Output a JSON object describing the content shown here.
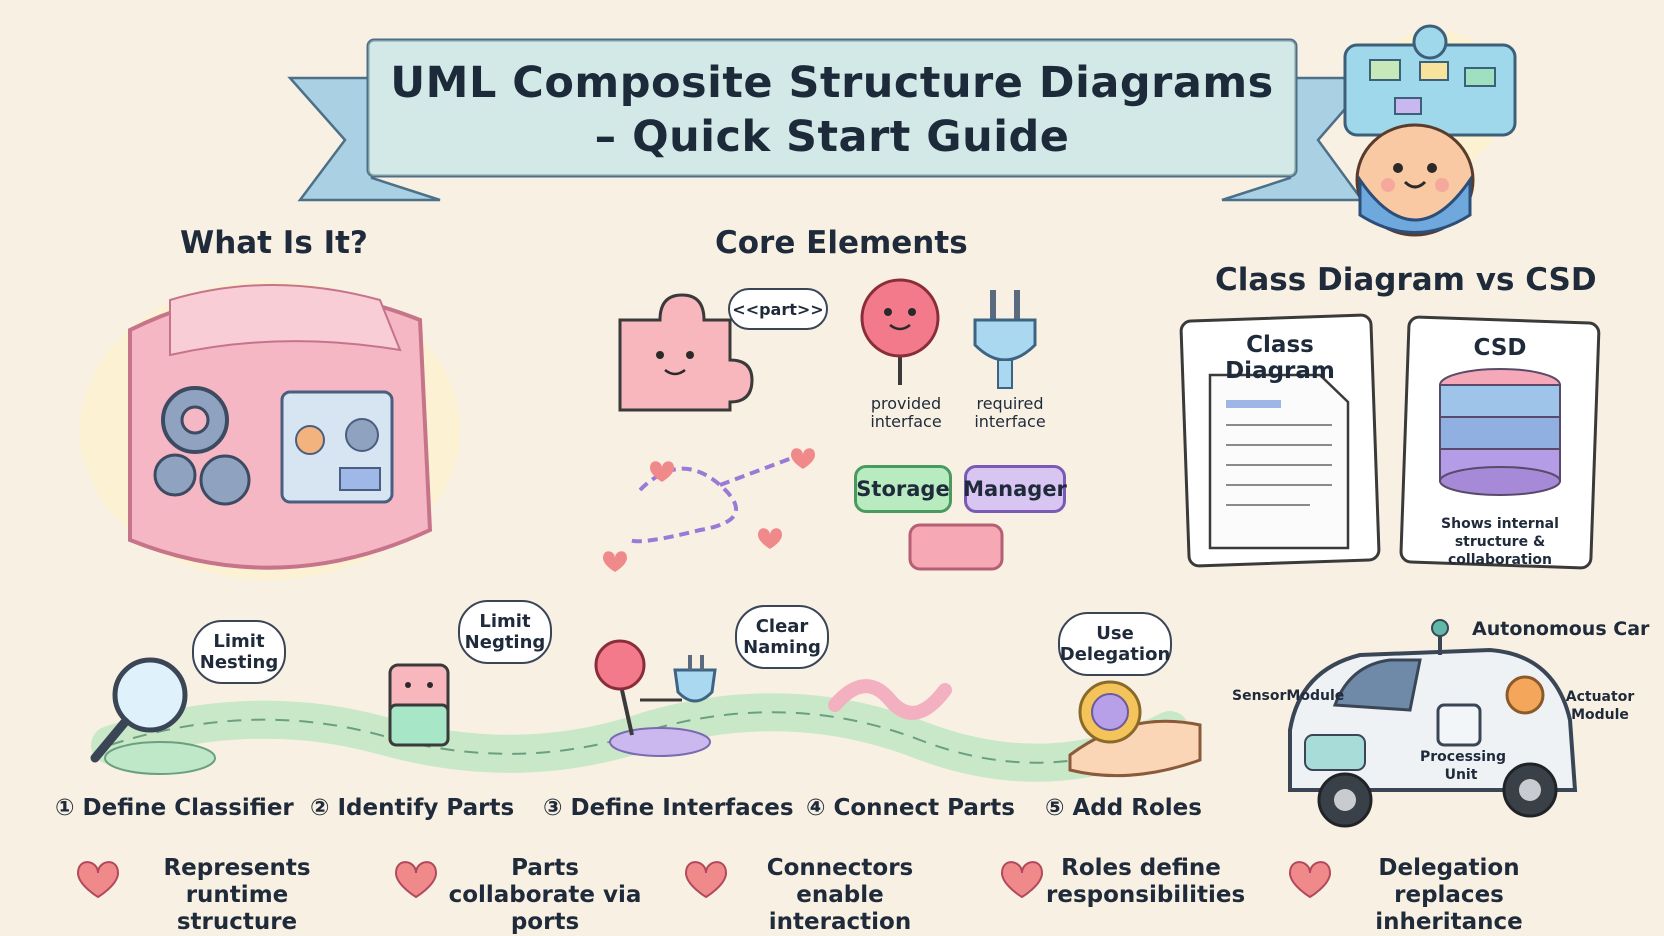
{
  "header": {
    "title_line1": "UML Composite Structure Diagrams",
    "title_line2": "– Quick Start Guide"
  },
  "sections": {
    "what_is_it": "What Is It?",
    "core_elements": "Core Elements",
    "comparison": "Class Diagram vs CSD"
  },
  "core_elements": {
    "part_bubble": "<<part>>",
    "provided_interface": "provided interface",
    "required_interface": "required interface",
    "storage_label": "Storage",
    "manager_label": "Manager"
  },
  "comparison": {
    "class_diagram_title": "Class Diagram",
    "csd_title": "CSD",
    "csd_caption": "Shows internal structure & collaboration"
  },
  "path_bubbles": {
    "b1": "Limit Nesting",
    "b2": "Limit Negting",
    "b3": "Clear Naming",
    "b4": "Use Delegation"
  },
  "steps": [
    {
      "number": "①",
      "label": "Define Classifier"
    },
    {
      "number": "②",
      "label": "Identify Parts"
    },
    {
      "number": "③",
      "label": "Define Interfaces"
    },
    {
      "number": "④",
      "label": "Connect Parts"
    },
    {
      "number": "⑤",
      "label": "Add Roles"
    }
  ],
  "car_example": {
    "title": "Autonomous Car",
    "sensor": "SensorModule",
    "actuator": "Actuator Module",
    "processing": "Processing Unit"
  },
  "facts": [
    "Represents runtime structure",
    "Parts collaborate via ports",
    "Connectors enable interaction",
    "Roles define responsibilities",
    "Delegation replaces inheritance"
  ],
  "colors": {
    "background": "#f8f1e3",
    "banner": "#c9e6f0",
    "heart": "#f08a8a",
    "storage": "#b9ebc0",
    "manager": "#d9c5f2",
    "pink_box": "#f6a8b5"
  }
}
